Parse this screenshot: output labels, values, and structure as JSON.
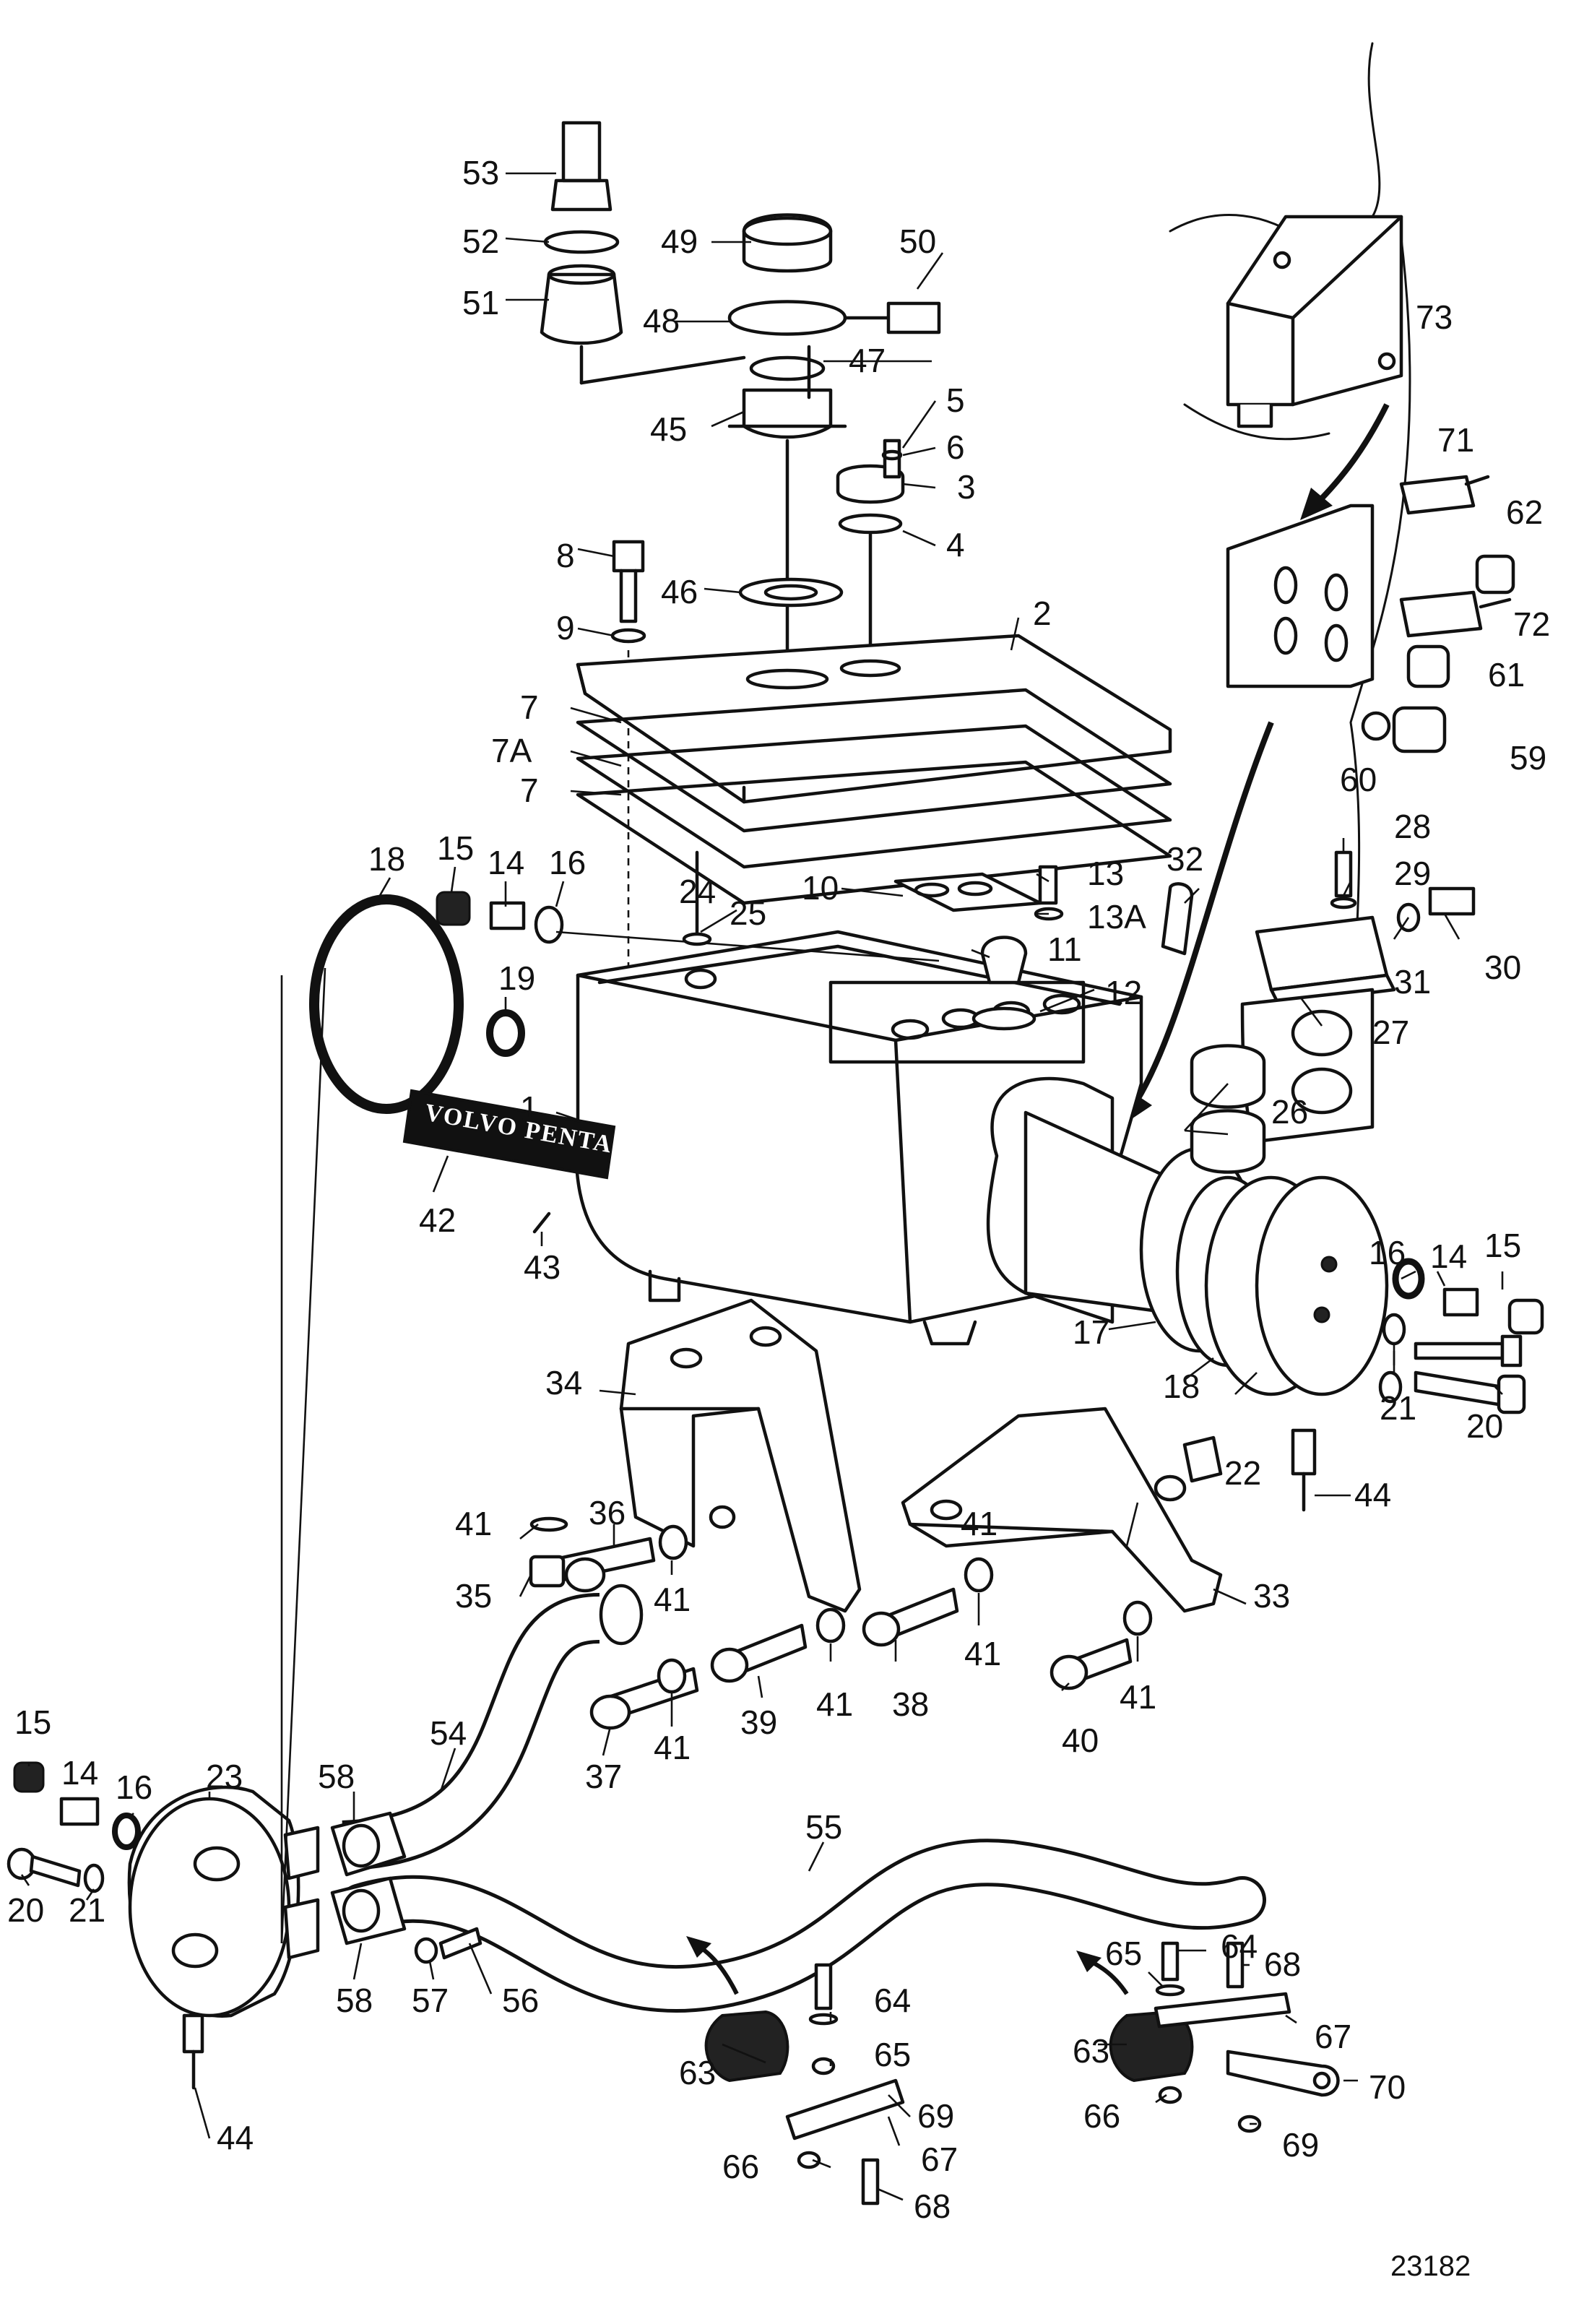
{
  "drawing_number": "23182",
  "nameplate_text": "VOLVO PENTA",
  "part_numbers": [
    "1",
    "2",
    "3",
    "4",
    "5",
    "6",
    "7",
    "7A",
    "7",
    "8",
    "9",
    "10",
    "11",
    "12",
    "13",
    "13A",
    "14",
    "15",
    "16",
    "17",
    "18",
    "19",
    "20",
    "21",
    "22",
    "23",
    "24",
    "25",
    "26",
    "27",
    "28",
    "29",
    "30",
    "31",
    "32",
    "33",
    "34",
    "35",
    "36",
    "37",
    "38",
    "39",
    "40",
    "41",
    "41",
    "41",
    "41",
    "41",
    "41",
    "41",
    "42",
    "43",
    "44",
    "45",
    "46",
    "47",
    "48",
    "49",
    "50",
    "51",
    "52",
    "53",
    "54",
    "55",
    "56",
    "57",
    "58",
    "58",
    "59",
    "60",
    "61",
    "62",
    "63",
    "63",
    "64",
    "64",
    "65",
    "65",
    "66",
    "66",
    "67",
    "67",
    "68",
    "68",
    "69",
    "69",
    "70",
    "71",
    "72",
    "73",
    "15",
    "14",
    "16",
    "15",
    "14",
    "16",
    "18",
    "20",
    "21",
    "44"
  ]
}
